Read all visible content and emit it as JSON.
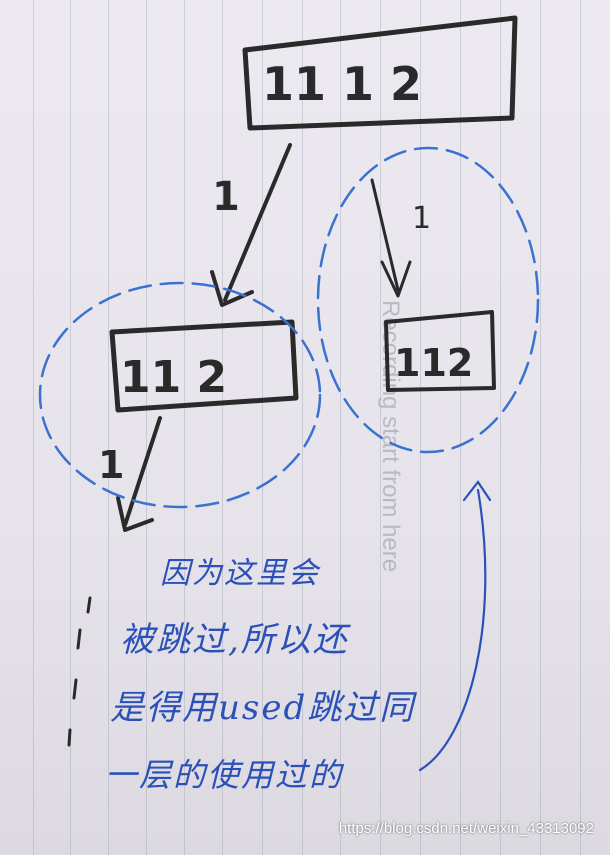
{
  "pencil_labels": {
    "root_node": "11  1  2",
    "left_child_node": "11 2",
    "right_child_node": "112",
    "left_edge_label": "1",
    "right_edge_label": "1",
    "lower_edge_label": "1"
  },
  "annotation_lines": [
    "因为这里会",
    "被跳过,所以还",
    "是得用used跳过同",
    "一层的使用过的"
  ],
  "side_text": "Recording start from here",
  "watermark": "https://blog.csdn.net/weixin_43313092",
  "colors": {
    "paper": "#e8e6ec",
    "pencil": "#2a2a2a",
    "blue_ink": "#2b50b8",
    "ruled_line": "#a0a0c0"
  }
}
